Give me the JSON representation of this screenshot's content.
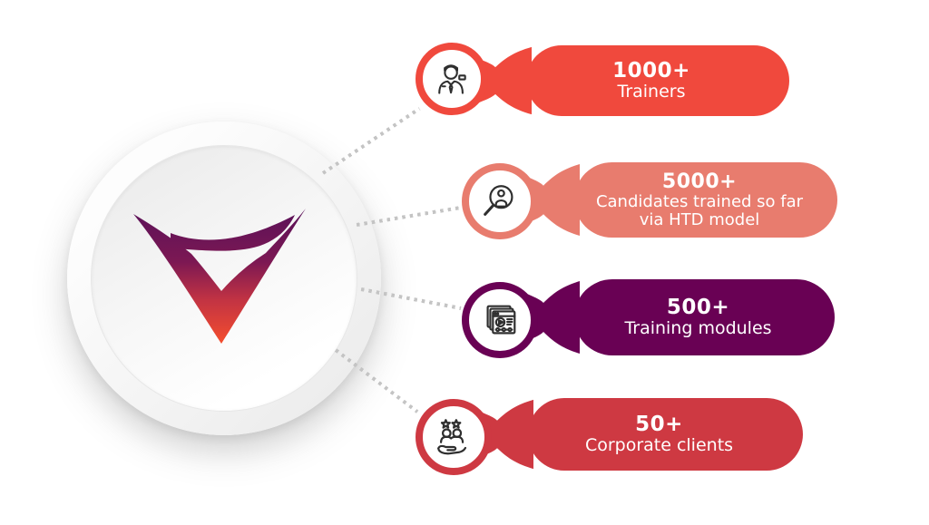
{
  "page": {
    "background": "#ffffff"
  },
  "brand": {
    "logo": "v-arrow-gradient-logo",
    "gradient_top": "#5A1159",
    "gradient_bottom": "#FB512B"
  },
  "connectors": {
    "color": "#C4C4C4",
    "style": "dotted",
    "count": 4
  },
  "stats": [
    {
      "value": "1000+",
      "lines": [
        "Trainers"
      ],
      "color": "#F0493D",
      "icon": "trainer-icon"
    },
    {
      "value": "5000+",
      "lines": [
        "Candidates trained so far",
        "via HTD model"
      ],
      "color": "#E87C6E",
      "icon": "candidate-search-icon"
    },
    {
      "value": "500+",
      "lines": [
        "Training modules"
      ],
      "color": "#690154",
      "icon": "training-modules-icon"
    },
    {
      "value": "50+",
      "lines": [
        "Corporate clients"
      ],
      "color": "#CE3942",
      "icon": "clients-care-icon"
    }
  ]
}
